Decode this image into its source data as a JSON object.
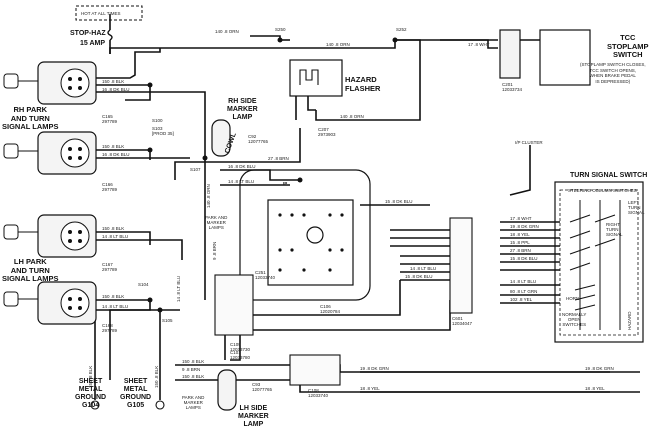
{
  "fuse": {
    "hot_note": "HOT AT ALL TIMES",
    "name": "STOP-HAZ",
    "rating": "15 AMP"
  },
  "components": {
    "rh_park": "RH PARK\nAND TURN\nSIGNAL LAMPS",
    "lh_park": "LH PARK\nAND TURN\nSIGNAL LAMPS",
    "rh_side": "RH SIDE\nMARKER\nLAMP",
    "lh_side": "LH SIDE\nMARKER\nLAMP",
    "hazard": "HAZARD\nFLASHER",
    "tcc_title": "TCC\nSTOPLAMP\nSWITCH",
    "tcc_note": "(STOPLAMP SWITCH CLOSES,\nTCC SWITCH OPENS,\nWHEN BRAKE PEDAL\nIS DEPRESSED)",
    "turn_signal": "TURN SIGNAL SWITCH",
    "steering": "STEERING COLUMN SWITCHES",
    "cowl": "COWL",
    "ip": "IP",
    "ip_cluster": "I/P CLUSTER",
    "ground_g104": "SHEET\nMETAL\nGROUND\nG104",
    "ground_g105": "SHEET\nMETAL\nGROUND\nG105",
    "park_marker_1": "PARK AND\nMARKER\nLAMPS",
    "park_marker_2": "PARK AND\nMARKER\nLAMPS",
    "normally_open": "NORMALLY\nOPEN\nSWITCHES",
    "horn": "HORN",
    "hazard_v": "HAZARD",
    "left_turn": "LEFT\nTURN\nSIGNAL",
    "right_turn": "RIGHT\nTURN\nSIGNAL"
  },
  "connectors": {
    "c165": "C165\n297789",
    "c166": "C166\n297789",
    "c167": "C167\n297789",
    "c168": "C168\n297789",
    "c101": "C101\n12033780",
    "c201": "C201\n12033734",
    "c207": "C207\n2973903",
    "c106": "C106\n12020784",
    "c109": "C109\n12033730",
    "c251": "C251\n12033740",
    "c108": "C108\n12033740",
    "c601": "C601\n12034047",
    "c92": "C92\n12077765",
    "c93": "C93\n12077765",
    "s100": "S100",
    "s103": "S103\n[PROD 35]",
    "s107": "S107",
    "s104": "S104",
    "s105": "S105",
    "s250": "S250",
    "s252": "S252"
  },
  "wires": {
    "orn_top": "140 .8 ORN",
    "orn_2": "140 .8 ORN",
    "orn_3": "140 .8 ORN",
    "wht": "17 .8 WHT",
    "blk1": "150 .8 BLK",
    "dkblu1": "16 .8 DK BLU",
    "blk2": "150 .8 BLK",
    "dkblu2": "16 .8 DK BLU",
    "blk3": "150 .8 BLK",
    "ltblu1": "14 .8 LT BLU",
    "blk4": "150 .8 BLK",
    "ltblu2": "14 .8 LT BLU",
    "brn1": "27 .8 BRN",
    "dkblu3": "16 .8 DK BLU",
    "ltblu3": "14 .8 LT BLU",
    "dkblu4": "15 .8 DK BLU",
    "ts_wht": "17 .8 WHT",
    "ts_dkgrn": "19 .8 DK GRN",
    "ts_yel": "18 .8 YEL",
    "ts_ppl": "15 .8 PPL",
    "ts_brn": "27 .8 BRN",
    "ts_dkblu": "15 .8 DK BLU",
    "ts_ltblu": "14 .8 LT BLU",
    "ts_ltgrn": "80 .8 LT GRN",
    "ts_yel2": "102 .8 YEL",
    "ltblu4": "14 .8 LT BLU",
    "dkblu5": "15 .8 DK BLU",
    "bot_dkgrn": "19 .8 DK GRN",
    "bot_yel": "18 .8 YEL",
    "bot_dkgrn2": "19 .8 DK GRN",
    "bot_yel2": "18 .8 YEL",
    "blk5": "150 .8 BLK",
    "brn2": "9 .8 BRN",
    "blk6": "150 .8 BLK",
    "v_orn": "140 .8 ORN",
    "v_brn": "9 .8 BRN",
    "v_blk1": "150 .8 BLK",
    "v_blk2": "150 .8 BLK",
    "v_ltblu": "14 .8 LT BLU"
  }
}
